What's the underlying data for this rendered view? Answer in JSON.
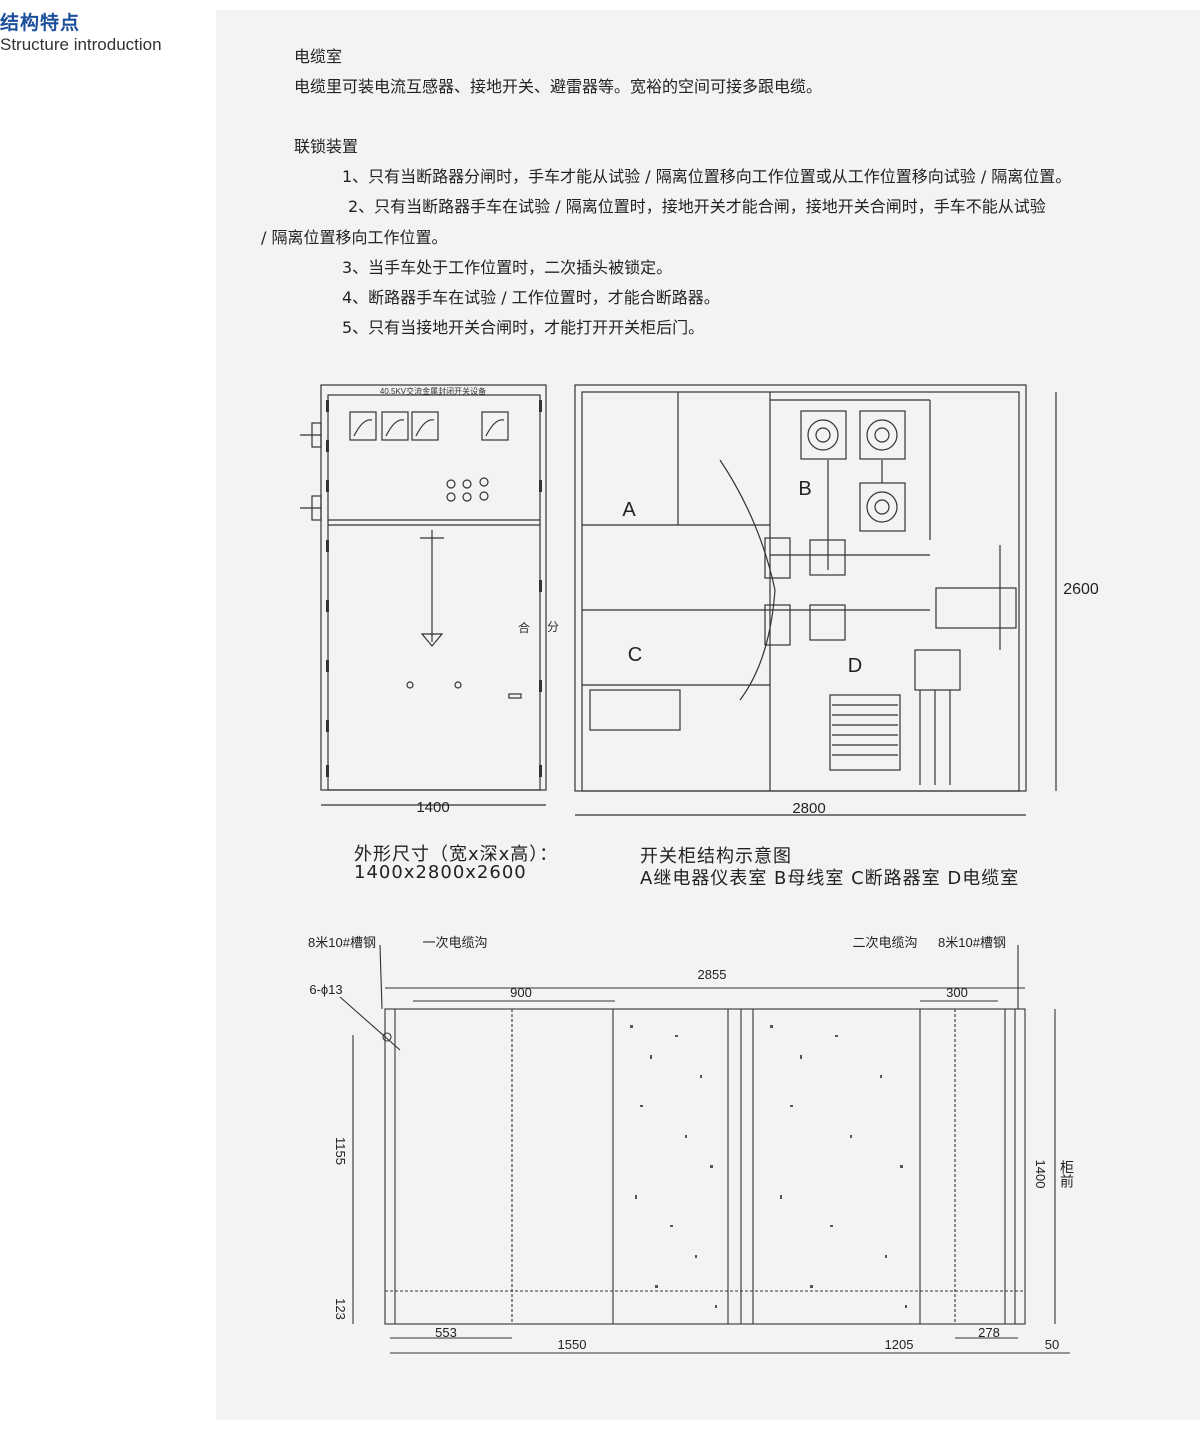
{
  "header": {
    "title": "结构特点",
    "subtitle": "Structure introduction"
  },
  "cable_room": {
    "heading": "电缆室",
    "body": "电缆里可装电流互感器、接地开关、避雷器等。宽裕的空间可接多跟电缆。"
  },
  "interlock": {
    "heading": "联锁装置",
    "items": [
      "1、只有当断路器分闸时，手车才能从试验 / 隔离位置移向工作位置或从工作位置移向试验 / 隔离位置。",
      "2、只有当断路器手车在试验 / 隔离位置时，接地开关才能合闸，接地开关合闸时，手车不能从试验",
      "/ 隔离位置移向工作位置。",
      "3、当手车处于工作位置时，二次插头被锁定。",
      "4、断路器手车在试验 / 工作位置时，才能合断路器。",
      "5、只有当接地开关合闸时，才能打开开关柜后门。"
    ]
  },
  "front_view": {
    "nameplate": "40.5KV交流金属封闭开关设备",
    "label_close": "合",
    "label_open": "分",
    "width_label": "1400"
  },
  "side_view": {
    "labels": [
      "A",
      "B",
      "C",
      "D"
    ],
    "depth_label": "2800",
    "height_label": "2600"
  },
  "captions": {
    "dims_title": "外形尺寸（宽x深x高）：",
    "dims_value": "1400x2800x2600",
    "struct_title": "开关柜结构示意图",
    "struct_legend": "A继电器仪表室  B母线室  C断路器室  D电缆室"
  },
  "foundation": {
    "channel_left": "8米10#槽钢",
    "primary_trench": "一次电缆沟",
    "secondary_trench": "二次电缆沟",
    "channel_right": "8米10#槽钢",
    "holes": "6-ϕ13",
    "dims": {
      "total_width": "2855",
      "d900": "900",
      "d300": "300",
      "d1155": "1155",
      "d123": "123",
      "d553": "553",
      "d1550": "1550",
      "d1205": "1205",
      "d278": "278",
      "d50": "50",
      "d1400": "1400"
    },
    "front_label": "柜前"
  }
}
